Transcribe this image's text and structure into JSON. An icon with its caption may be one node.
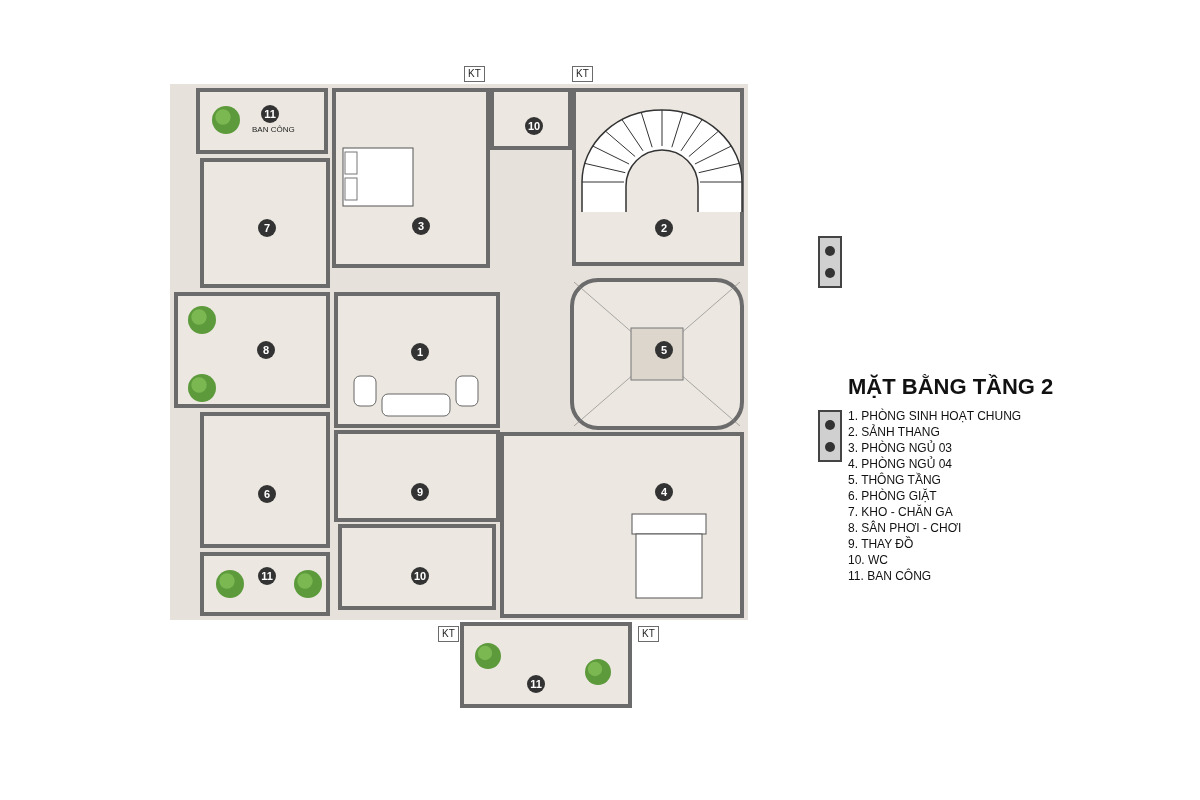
{
  "diagram": {
    "title": "MẶT BẰNG TẦNG 2",
    "nodes": [
      {
        "text": [
          "11",
          "BAN CÔNG"
        ]
      },
      {
        "text": [
          "7"
        ]
      },
      {
        "text": [
          "3"
        ]
      },
      {
        "text": [
          "10"
        ]
      },
      {
        "text": [
          "2"
        ]
      },
      {
        "text": [
          "8"
        ]
      },
      {
        "text": [
          "1"
        ]
      },
      {
        "text": [
          "5"
        ]
      },
      {
        "text": [
          "6"
        ]
      },
      {
        "text": [
          "9"
        ]
      },
      {
        "text": [
          "4"
        ]
      },
      {
        "text": [
          "10"
        ]
      },
      {
        "text": [
          "11"
        ]
      },
      {
        "text": [
          "11"
        ]
      }
    ],
    "edges": [],
    "labels": [
      "1. PHÒNG SINH HOẠT CHUNG",
      "2. SẢNH THANG",
      "3. PHÒNG NGỦ 03",
      "4. PHÒNG NGỦ 04",
      "5. THÔNG TẦNG",
      "6. PHÒNG GIẶT",
      "7. KHO - CHĂN GA",
      "8. SÂN PHƠI - CHƠI",
      "9. THAY ĐỒ",
      "10. WC",
      "11. BAN CÔNG",
      "KT",
      "KT",
      "KT",
      "KT"
    ]
  }
}
